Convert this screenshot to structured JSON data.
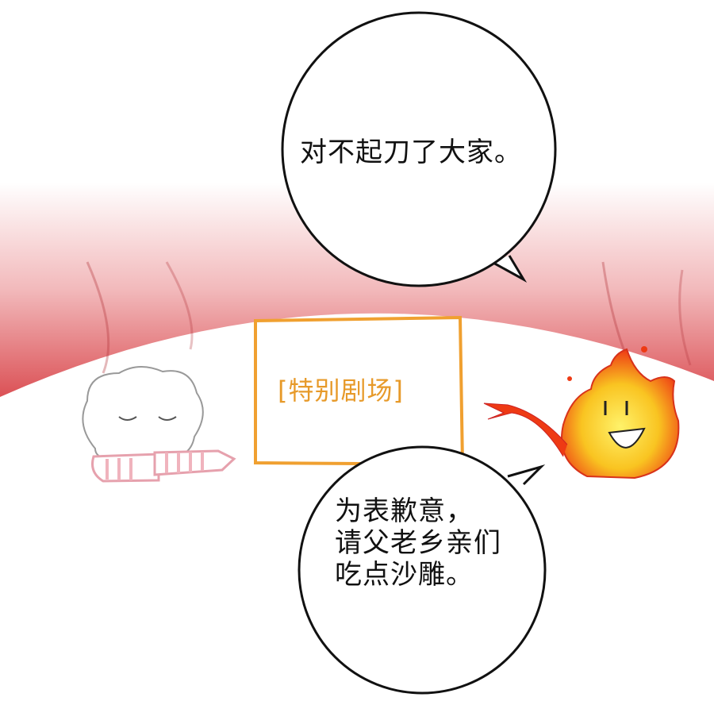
{
  "panel": {
    "top_bubble_text": "对不起刀了大家。",
    "title_box_text": "[特别剧场]",
    "bottom_bubble_lines": [
      "为表歉意，",
      "请父老乡亲们",
      "吃点沙雕。"
    ]
  },
  "colors": {
    "curtain": "#d63a3f",
    "title_box": "#f0a030",
    "title_text": "#e79a2a",
    "fire": "#f7a21b"
  }
}
